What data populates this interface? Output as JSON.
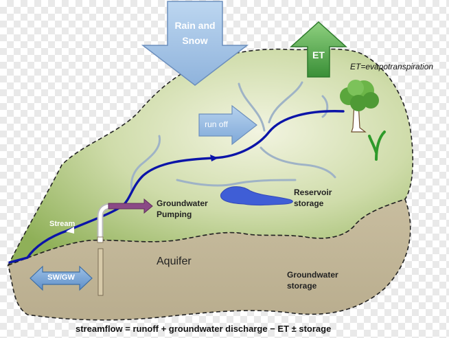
{
  "labels": {
    "rain_snow_line1": "Rain and",
    "rain_snow_line2": "Snow",
    "et": "ET",
    "et_definition": "ET=evapotranspiration",
    "run_off": "run off",
    "groundwater_pumping_line1": "Groundwater",
    "groundwater_pumping_line2": "Pumping",
    "reservoir_line1": "Reservoir",
    "reservoir_line2": "storage",
    "stream": "Stream",
    "aquifer": "Aquifer",
    "groundwater_storage_line1": "Groundwater",
    "groundwater_storage_line2": "storage",
    "sw_gw": "SW/GW",
    "equation": "streamflow = runoff + groundwater discharge − ET ± storage"
  },
  "colors": {
    "watershed_green": "#a7c27a",
    "aquifer_tan": "#c2b69a",
    "rain_arrow_blue": "#a9c7e8",
    "et_arrow_green": "#4fa34a",
    "stream_blue": "#0b14a8",
    "reservoir_blue": "#3f5ed6",
    "pumping_purple": "#8b4a86"
  },
  "icons": [
    "tree-icon",
    "plant-icon",
    "well-pipe-icon"
  ]
}
